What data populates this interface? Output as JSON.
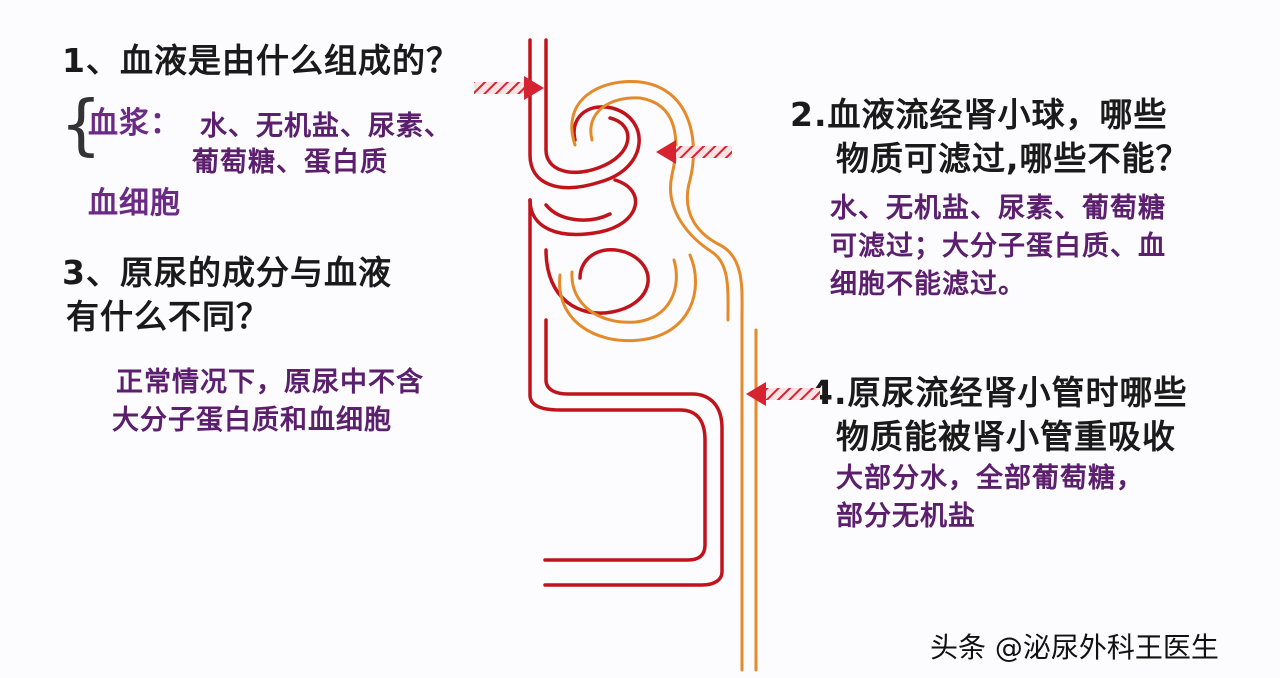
{
  "left": {
    "q1": "1、血液是由什么组成的？",
    "plasma_label": "血浆：",
    "plasma_line1": "水、无机盐、尿素、",
    "plasma_line2": "葡萄糖、蛋白质",
    "cells_label": "血细胞",
    "q3_line1": "3、原尿的成分与血液",
    "q3_line2": "有什么不同？",
    "a3_line1": "正常情况下，原尿中不含",
    "a3_line2": "大分子蛋白质和血细胞"
  },
  "right": {
    "q2_line1": "2.血液流经肾小球，哪些",
    "q2_line2": "物质可滤过,哪些不能？",
    "a2_line1": "水、无机盐、尿素、葡萄糖",
    "a2_line2": "可滤过；大分子蛋白质、血",
    "a2_line3": "细胞不能滤过。",
    "q4_line1": "4.原尿流经肾小管时哪些",
    "q4_line2": "物质能被肾小管重吸收",
    "a4_line1": "大部分水，全部葡萄糖，",
    "a4_line2": "部分无机盐"
  },
  "watermark": "头条 @泌尿外科王医生",
  "colors": {
    "vessel": "#c0141c",
    "tubule": "#e58a2a",
    "arrow": "#d6232f",
    "answer": "#5b1f6e",
    "question": "#1a1a1a"
  }
}
